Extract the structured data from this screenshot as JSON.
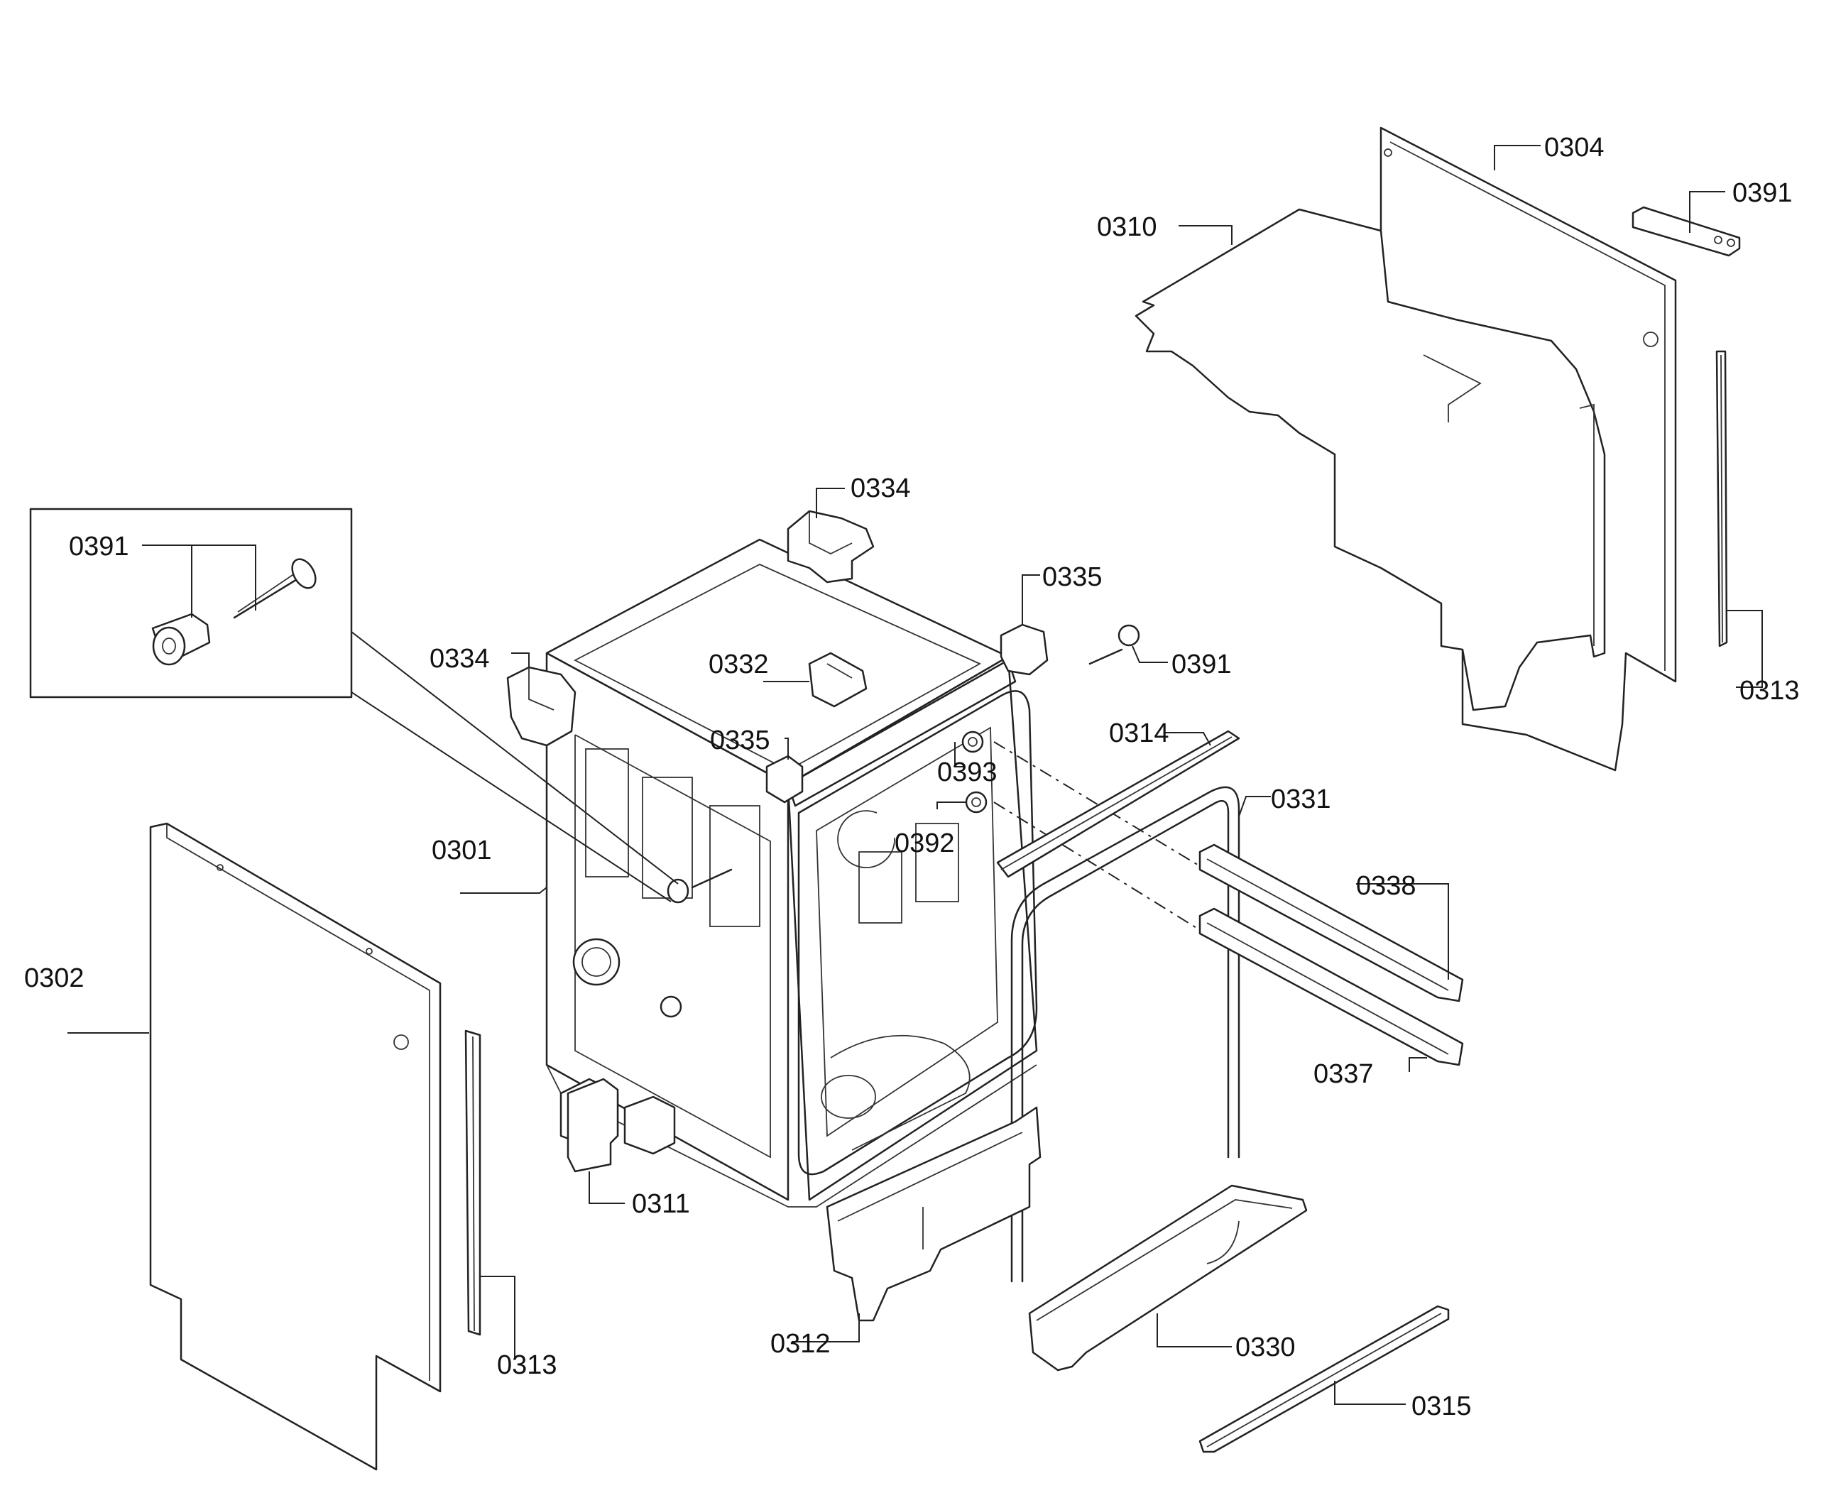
{
  "diagram": {
    "callouts": [
      {
        "id": "c0304",
        "label": "0304"
      },
      {
        "id": "c0391a",
        "label": "0391"
      },
      {
        "id": "c0310",
        "label": "0310"
      },
      {
        "id": "c0334a",
        "label": "0334"
      },
      {
        "id": "c0391b",
        "label": "0391"
      },
      {
        "id": "c0335a",
        "label": "0335"
      },
      {
        "id": "c0391c",
        "label": "0391"
      },
      {
        "id": "c0334b",
        "label": "0334"
      },
      {
        "id": "c0332",
        "label": "0332"
      },
      {
        "id": "c0313a",
        "label": "0313"
      },
      {
        "id": "c0335b",
        "label": "0335"
      },
      {
        "id": "c0314",
        "label": "0314"
      },
      {
        "id": "c0393",
        "label": "0393"
      },
      {
        "id": "c0331",
        "label": "0331"
      },
      {
        "id": "c0392",
        "label": "0392"
      },
      {
        "id": "c0301",
        "label": "0301"
      },
      {
        "id": "c0338",
        "label": "0338"
      },
      {
        "id": "c0302",
        "label": "0302"
      },
      {
        "id": "c0337",
        "label": "0337"
      },
      {
        "id": "c0311",
        "label": "0311"
      },
      {
        "id": "c0313b",
        "label": "0313"
      },
      {
        "id": "c0312",
        "label": "0312"
      },
      {
        "id": "c0330",
        "label": "0330"
      },
      {
        "id": "c0315",
        "label": "0315"
      }
    ]
  }
}
